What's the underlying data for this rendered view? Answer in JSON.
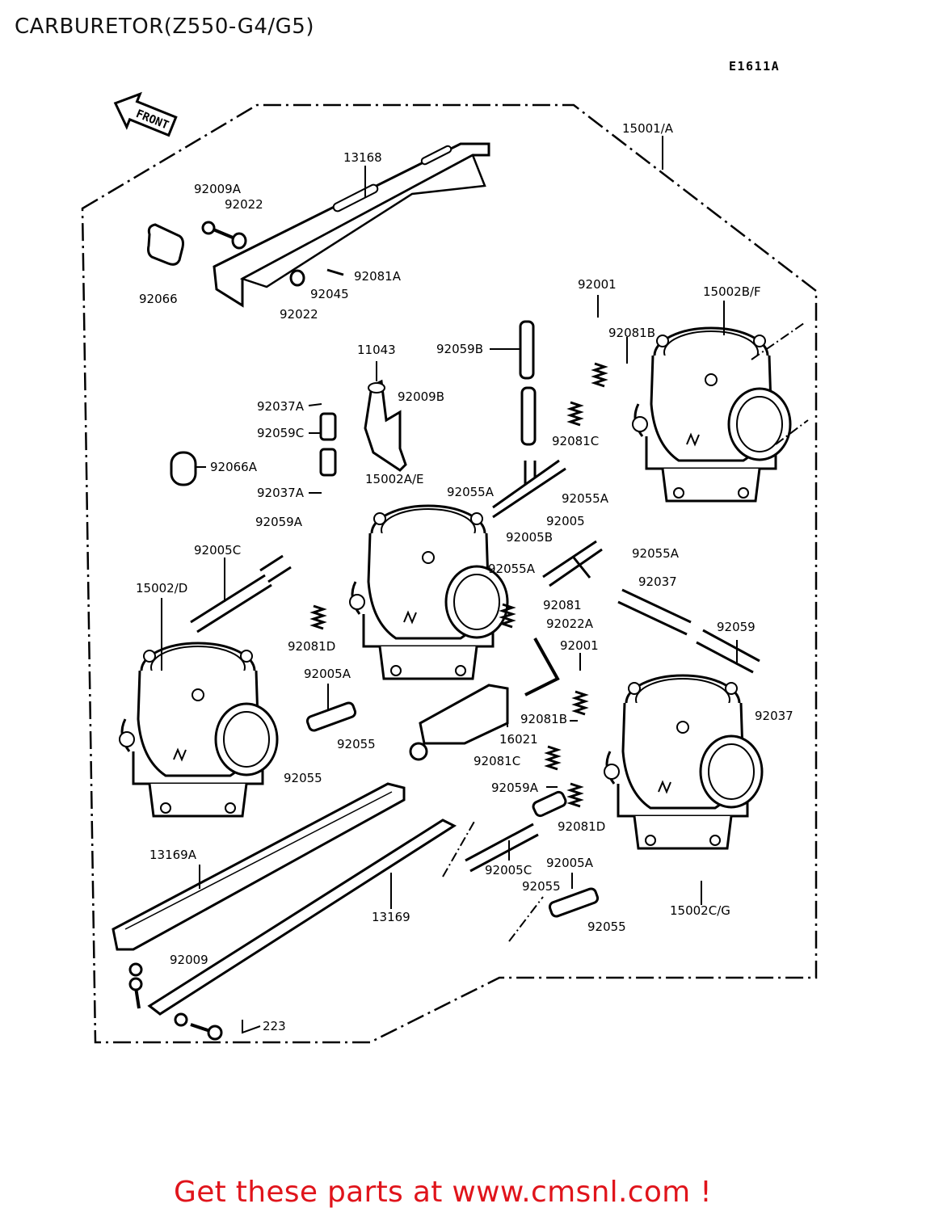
{
  "title": "CARBURETOR(Z550-G4/G5)",
  "diagram_code": "E1611A",
  "front_arrow_label": "FRONT",
  "footer": "Get these parts at www.cmsnl.com !",
  "parts": [
    {
      "id": "p15001A",
      "label": "15001/A"
    },
    {
      "id": "p13168",
      "label": "13168"
    },
    {
      "id": "p92009A",
      "label": "92009A"
    },
    {
      "id": "p92022a",
      "label": "92022"
    },
    {
      "id": "p92066",
      "label": "92066"
    },
    {
      "id": "p92081A",
      "label": "92081A"
    },
    {
      "id": "p92045",
      "label": "92045"
    },
    {
      "id": "p92022b",
      "label": "92022"
    },
    {
      "id": "p92001a",
      "label": "92001"
    },
    {
      "id": "p15002BF",
      "label": "15002B/F"
    },
    {
      "id": "p92081Ba",
      "label": "92081B"
    },
    {
      "id": "p11043",
      "label": "11043"
    },
    {
      "id": "p92059B",
      "label": "92059B"
    },
    {
      "id": "p92037Aa",
      "label": "92037A"
    },
    {
      "id": "p92009B",
      "label": "92009B"
    },
    {
      "id": "p92059C",
      "label": "92059C"
    },
    {
      "id": "p92081Ca",
      "label": "92081C"
    },
    {
      "id": "p92066A",
      "label": "92066A"
    },
    {
      "id": "p92037Ab",
      "label": "92037A"
    },
    {
      "id": "p15002AE",
      "label": "15002A/E"
    },
    {
      "id": "p92055Aa",
      "label": "92055A"
    },
    {
      "id": "p92055Ab",
      "label": "92055A"
    },
    {
      "id": "p92005B",
      "label": "92005B"
    },
    {
      "id": "p92005",
      "label": "92005"
    },
    {
      "id": "p92059A",
      "label": "92059A"
    },
    {
      "id": "p92055Ac",
      "label": "92055A"
    },
    {
      "id": "p92005Ca",
      "label": "92005C"
    },
    {
      "id": "p92055Ad",
      "label": "92055A"
    },
    {
      "id": "p92037a",
      "label": "92037"
    },
    {
      "id": "p15002D",
      "label": "15002/D"
    },
    {
      "id": "p92081",
      "label": "92081"
    },
    {
      "id": "p92022A",
      "label": "92022A"
    },
    {
      "id": "p92059",
      "label": "92059"
    },
    {
      "id": "p92081Da",
      "label": "92081D"
    },
    {
      "id": "p92001b",
      "label": "92001"
    },
    {
      "id": "p92005Aa",
      "label": "92005A"
    },
    {
      "id": "p92037b",
      "label": "92037"
    },
    {
      "id": "p92081Bb",
      "label": "92081B"
    },
    {
      "id": "p92055a",
      "label": "92055"
    },
    {
      "id": "p16021",
      "label": "16021"
    },
    {
      "id": "p92055b",
      "label": "92055"
    },
    {
      "id": "p92081Cb",
      "label": "92081C"
    },
    {
      "id": "p92059Ab",
      "label": "92059A"
    },
    {
      "id": "p92081Db",
      "label": "92081D"
    },
    {
      "id": "p13169A",
      "label": "13169A"
    },
    {
      "id": "p92005Cb",
      "label": "92005C"
    },
    {
      "id": "p92005Ab",
      "label": "92005A"
    },
    {
      "id": "p92055c",
      "label": "92055"
    },
    {
      "id": "p13169",
      "label": "13169"
    },
    {
      "id": "p15002CG",
      "label": "15002C/G"
    },
    {
      "id": "p92055d",
      "label": "92055"
    },
    {
      "id": "p92009",
      "label": "92009"
    },
    {
      "id": "p223",
      "label": "223"
    }
  ]
}
